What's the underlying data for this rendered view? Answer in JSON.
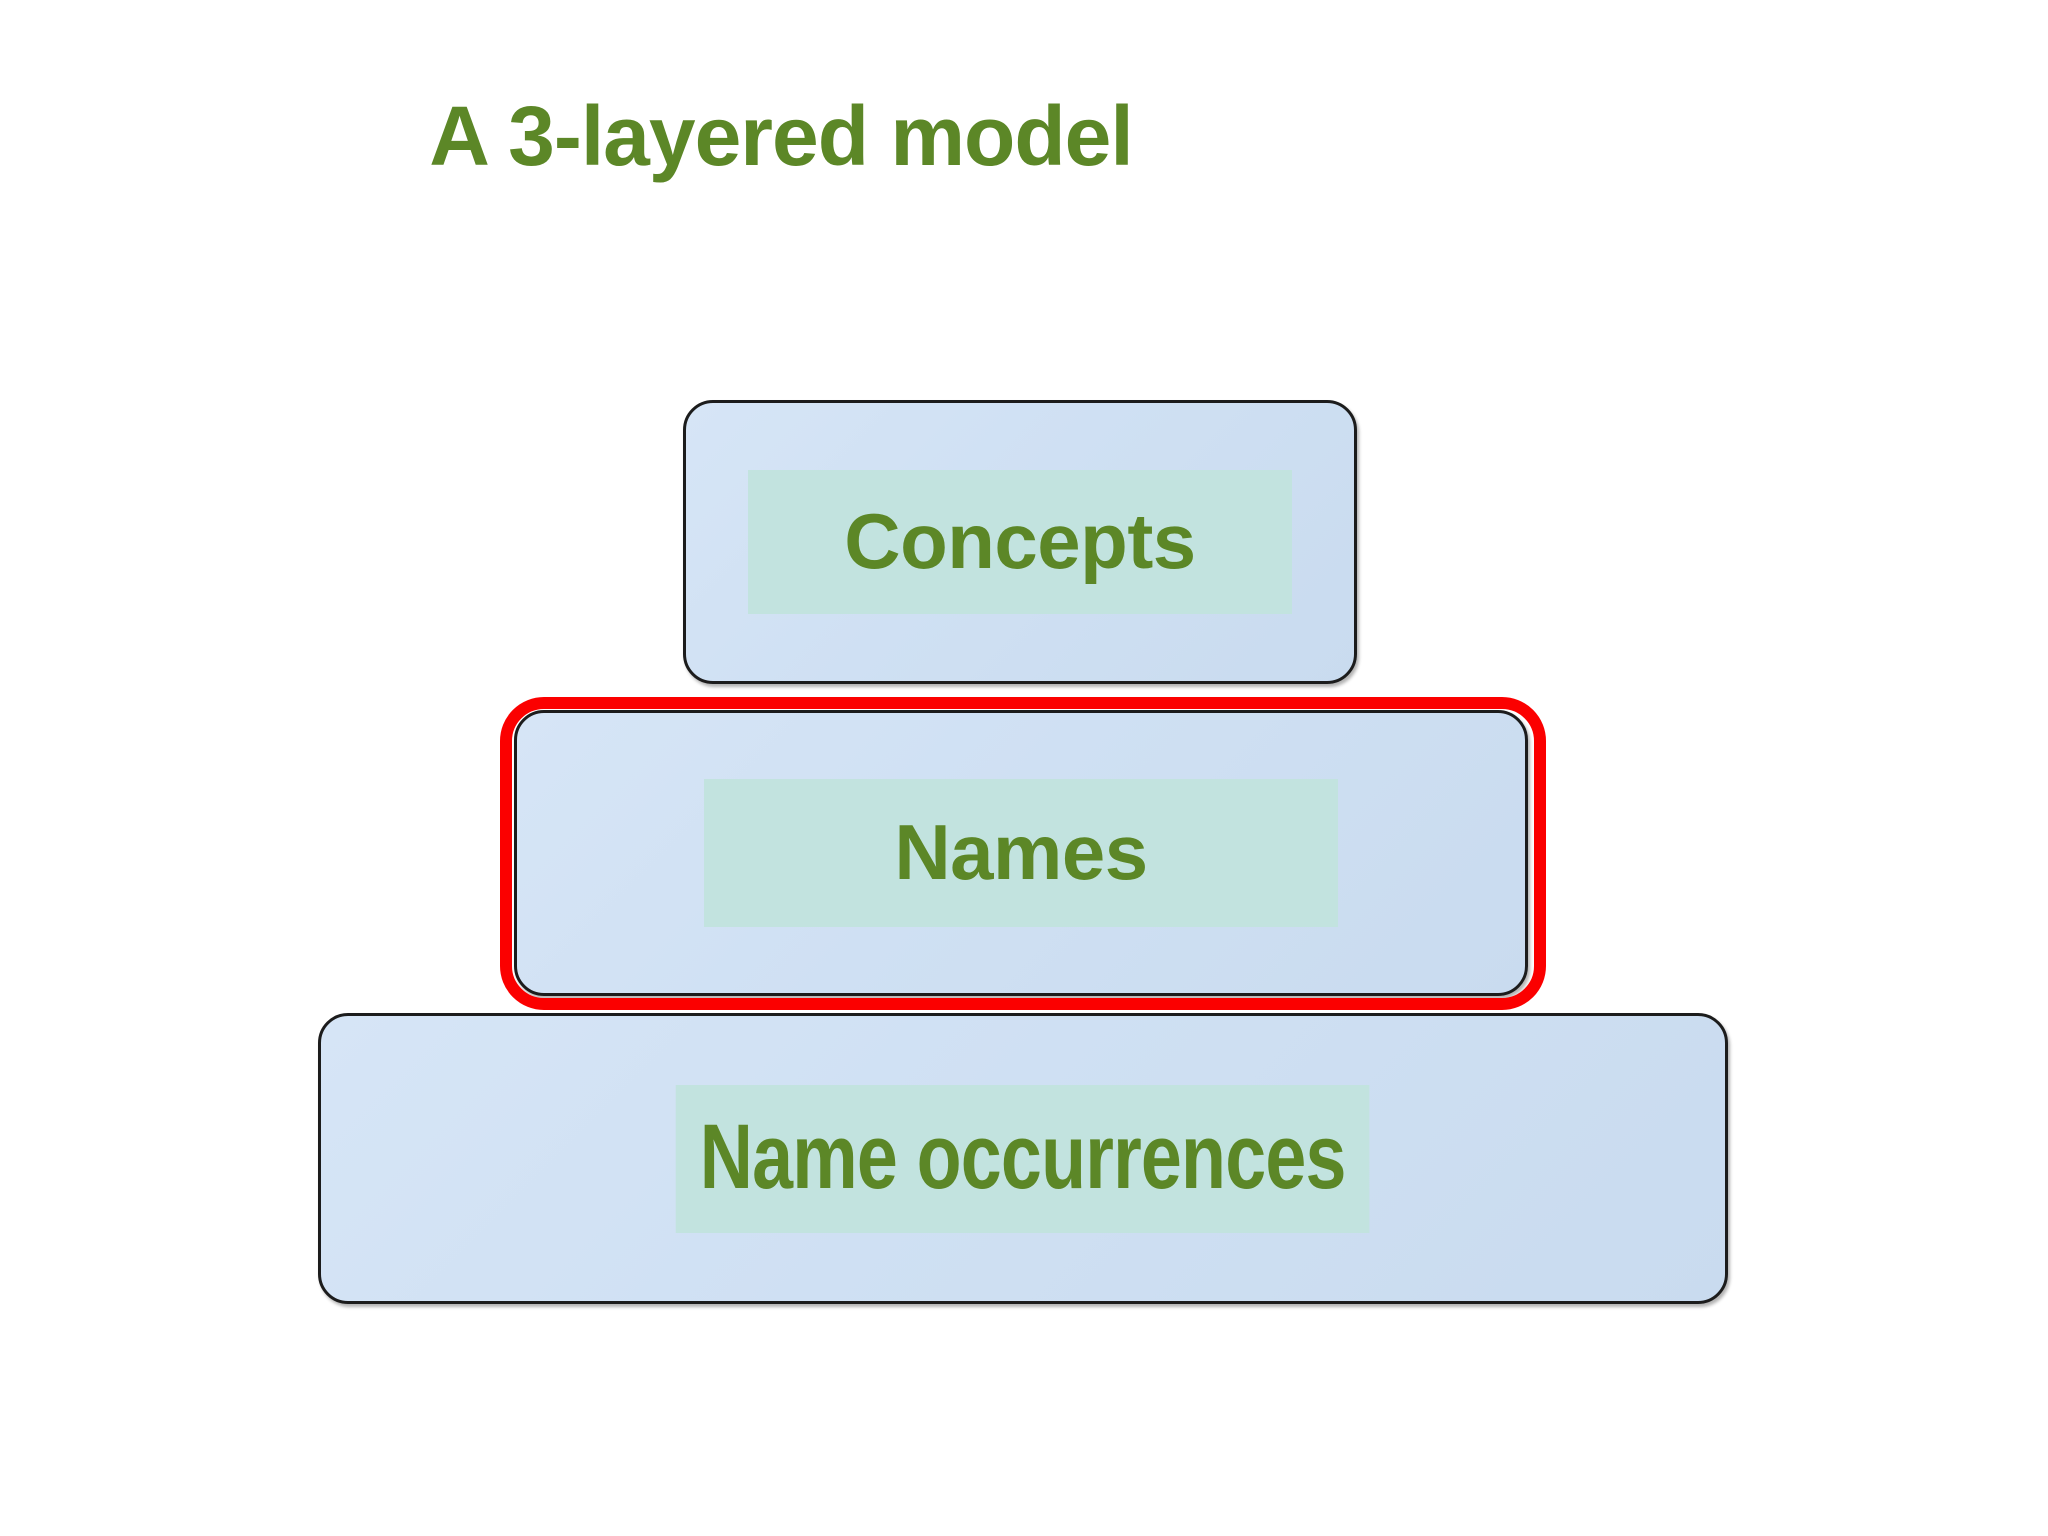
{
  "slide": {
    "title": "A 3-layered model",
    "background_color": "#ffffff",
    "title_color": "#5c8727"
  },
  "diagram": {
    "type": "layered-pyramid",
    "layer_count": 3,
    "box_fill_color": "#d0e1f3",
    "box_border_color": "#1c1c1c",
    "text_highlight_color": "#c2e3df",
    "text_color": "#5c8727",
    "highlight_outline_color": "#fb0000",
    "layers": [
      {
        "id": "concepts",
        "label": "Concepts",
        "level": 1,
        "position": "top",
        "highlighted": false
      },
      {
        "id": "names",
        "label": "Names",
        "level": 2,
        "position": "middle",
        "highlighted": true
      },
      {
        "id": "name-occurrences",
        "label": "Name occurrences",
        "level": 3,
        "position": "bottom",
        "highlighted": false
      }
    ]
  }
}
